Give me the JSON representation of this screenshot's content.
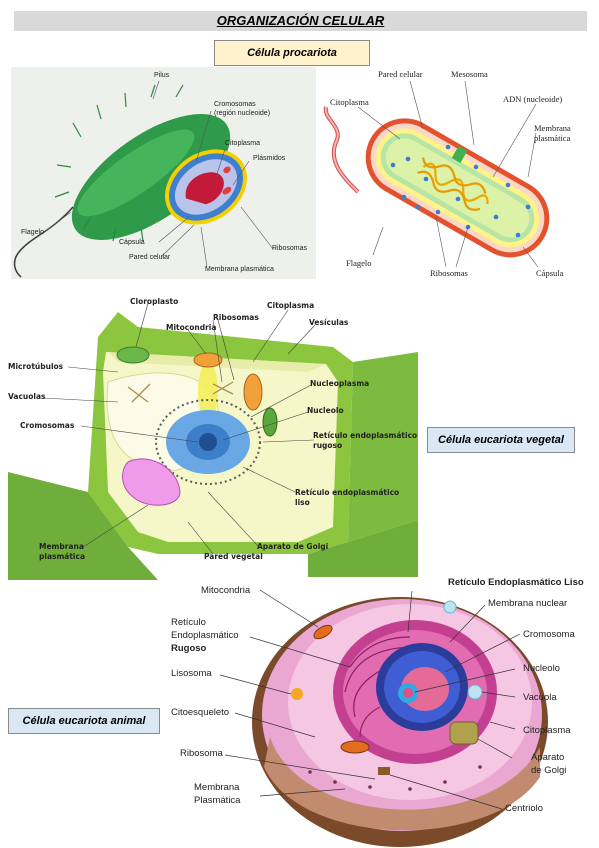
{
  "header": {
    "title": "ORGANIZACIÓN CELULAR"
  },
  "boxes": {
    "prokaryote": "Célula procariota",
    "plant": "Célula eucariota vegetal",
    "animal": "Célula eucariota animal"
  },
  "prok1": {
    "pilus": "Pilus",
    "cromosomas": "Cromosomas",
    "region": "(región nucleoide)",
    "citoplasma": "Citoplasma",
    "plasmidos": "Plásmidos",
    "flagelo": "Flagelo",
    "capsula": "Cápsula",
    "pared": "Pared celular",
    "membrana": "Membrana plasmática",
    "ribosomas": "Ribosomas"
  },
  "prok2": {
    "pared": "Pared celular",
    "mesosoma": "Mesosoma",
    "citoplasma": "Citoplasma",
    "adn": "ADN (nucleoide)",
    "membrana1": "Membrana",
    "membrana2": "plasmática",
    "flagelo": "Flagelo",
    "ribosomas": "Ribosomas",
    "capsula": "Cápsula"
  },
  "plant": {
    "cloroplasto": "Cloroplasto",
    "citoplasma": "Citoplasma",
    "ribosomas": "Ribosomas",
    "mitocondria": "Mitocondria",
    "vesiculas": "Vesículas",
    "microtubulos": "Microtúbulos",
    "vacuolas": "Vacuolas",
    "cromosomas": "Cromosomas",
    "nucleoplasma": "Nucleoplasma",
    "nucleolo": "Nucleolo",
    "rer1": "Retículo endoplasmático",
    "rer2": "rugoso",
    "rel1": "Retículo endoplasmático",
    "rel2": "liso",
    "membrana1": "Membrana",
    "membrana2": "plasmática",
    "pared": "Pared vegetal",
    "golgi": "Aparato de Golgi"
  },
  "animal": {
    "rel": "Retículo Endoplasmático Liso",
    "mitocondria": "Mitocondria",
    "membrana_nuclear": "Membrana nuclear",
    "ret1": "Retículo",
    "ret2": "Endoplasmático",
    "rugoso": "Rugoso",
    "cromosoma": "Cromosoma",
    "lisosoma": "Lisosoma",
    "nucleolo": "Nucleolo",
    "vacuola": "Vacuola",
    "citoesqueleto": "Citoesqueleto",
    "citoplasma": "Citoplasma",
    "ribosoma": "Ribosoma",
    "aparato": "Aparato",
    "golgi": "de Golgi",
    "membrana1": "Membrana",
    "membrana2": "Plasmática",
    "centriolo": "Centriolo"
  }
}
